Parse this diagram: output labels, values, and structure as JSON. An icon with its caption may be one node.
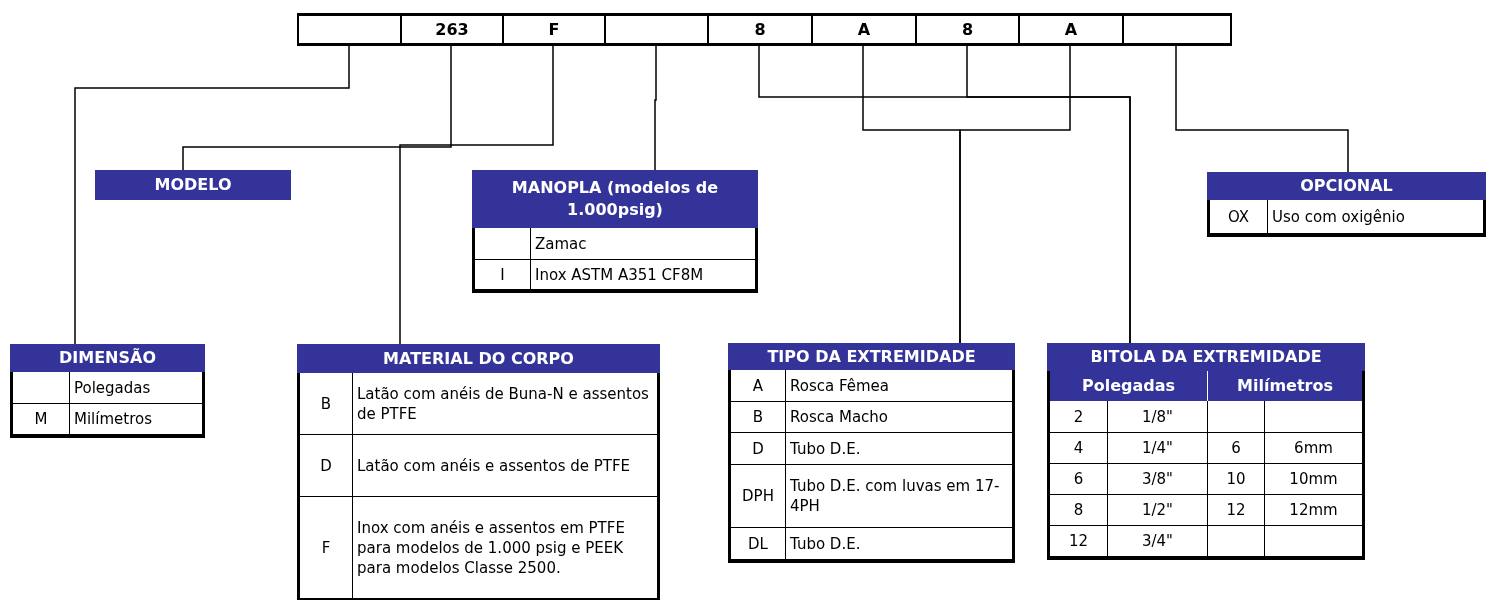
{
  "diagram": {
    "nodes": [
      {
        "text": [],
        "shape": "box"
      },
      {
        "text": [
          "263"
        ]
      },
      {
        "text": [
          "F"
        ]
      },
      {
        "text": [],
        "shape": "box"
      },
      {
        "text": [
          "8"
        ]
      },
      {
        "text": [
          "A"
        ]
      },
      {
        "text": [
          "8"
        ]
      },
      {
        "text": [
          "A"
        ]
      },
      {
        "text": [],
        "shape": "box"
      },
      {
        "text": [
          "MODELO"
        ]
      },
      {
        "text": [
          "MANOPLA (modelos de 1.000psig)",
          "Zamac",
          "I",
          "Inox ASTM A351 CF8M"
        ]
      },
      {
        "text": [
          "OPCIONAL",
          "OX",
          "Uso com oxigênio"
        ]
      },
      {
        "text": [
          "DIMENSÃO",
          "Polegadas",
          "M",
          "Milímetros"
        ]
      },
      {
        "text": [
          "MATERIAL DO CORPO",
          "B",
          "Latão com anéis de Buna-N e assentos de PTFE",
          "D",
          "Latão com anéis e assentos de PTFE",
          "F",
          "Inox com anéis e assentos em PTFE para modelos de 1.000 psig e PEEK para modelos Classe 2500."
        ]
      },
      {
        "text": [
          "TIPO DA EXTREMIDADE",
          "A",
          "Rosca Fêmea",
          "B",
          "Rosca Macho",
          "D",
          "Tubo D.E.",
          "DPH",
          "Tubo D.E. com luvas em 17-4PH",
          "DL",
          "Tubo D.E."
        ]
      },
      {
        "text": [
          "BITOLA DA EXTREMIDADE",
          "Polegadas",
          "Milímetros",
          "2",
          "1/8\"",
          "4",
          "1/4\"",
          "6",
          "6mm",
          "6",
          "3/8\"",
          "10",
          "10mm",
          "8",
          "1/2\"",
          "12",
          "12mm",
          "12",
          "3/4\""
        ]
      }
    ],
    "edges": [
      {
        "from": 0,
        "to": 12,
        "arrow": "none"
      },
      {
        "from": 1,
        "to": 9,
        "arrow": "none"
      },
      {
        "from": 2,
        "to": 13,
        "arrow": "none"
      },
      {
        "from": 3,
        "to": 10,
        "arrow": "none"
      },
      {
        "from": 4,
        "to": 15,
        "arrow": "none"
      },
      {
        "from": 5,
        "to": 14,
        "arrow": "none"
      },
      {
        "from": 6,
        "to": 15,
        "arrow": "none"
      },
      {
        "from": 7,
        "to": 14,
        "arrow": "none"
      },
      {
        "from": 8,
        "to": 11,
        "arrow": "none"
      }
    ]
  }
}
